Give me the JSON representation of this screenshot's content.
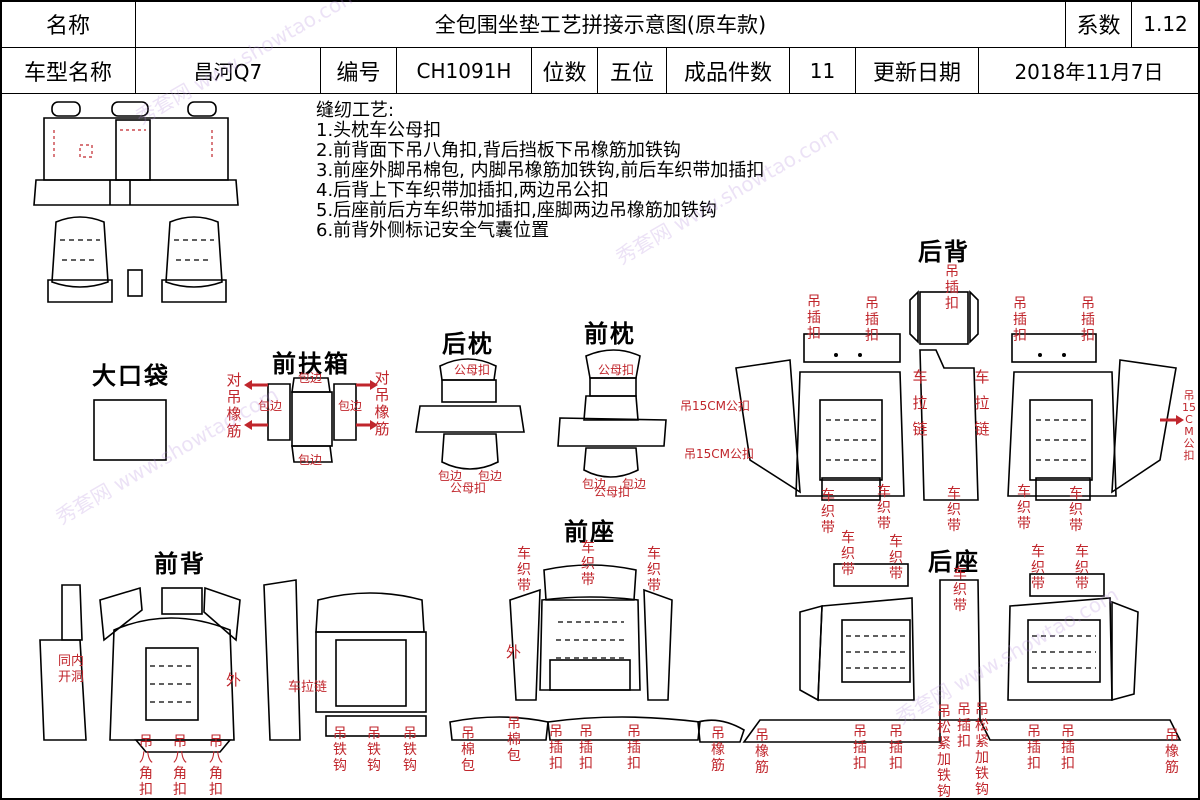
{
  "header": {
    "name_label": "名称",
    "title": "全包围坐垫工艺拼接示意图(原车款)",
    "coef_label": "系数",
    "coef_value": "1.12",
    "model_label": "车型名称",
    "model_value": "昌河Q7",
    "code_label": "编号",
    "code_value": "CH1091H",
    "seats_label": "位数",
    "seats_value": "五位",
    "pieces_label": "成品件数",
    "pieces_value": "11",
    "date_label": "更新日期",
    "date_value": "2018年11月7日"
  },
  "sewing": {
    "title": "缝纫工艺:",
    "steps": [
      "1.头枕车公母扣",
      "2.前背面下吊八角扣,背后挡板下吊橡筋加铁钩",
      "3.前座外脚吊棉包, 内脚吊橡筋加铁钩,前后车织带加插扣",
      "4.后背上下车织带加插扣,两边吊公扣",
      "5.后座前后方车织带加插扣,座脚两边吊橡筋加铁钩",
      "6.前背外侧标记安全气囊位置"
    ]
  },
  "sections": {
    "big_pocket": "大口袋",
    "front_armrest": "前扶箱",
    "rear_pillow": "后枕",
    "front_pillow": "前枕",
    "rear_back": "后背",
    "front_back": "前背",
    "front_seat": "前座",
    "rear_seat": "后座"
  },
  "labels": {
    "pair_elastic": "对吊橡筋",
    "edge_binding": "包边",
    "male_female": "公母扣",
    "male_female_snap": "公母扣",
    "hang_buckle": "吊插扣",
    "zipper": "车拉链",
    "strap": "车织带",
    "hang_15cm": "吊15CM公扣",
    "inner_hole": "同内开洞",
    "outer": "外",
    "car_zipper": "车拉链",
    "hang_octagon": "吊八角扣",
    "hang_hook": "吊铁钩",
    "hang_cotton": "吊棉包",
    "hang_elastic": "吊橡筋",
    "loose_hook": "吊松紧加铁钩"
  },
  "watermark": "秀套网 www.showtao.com"
}
